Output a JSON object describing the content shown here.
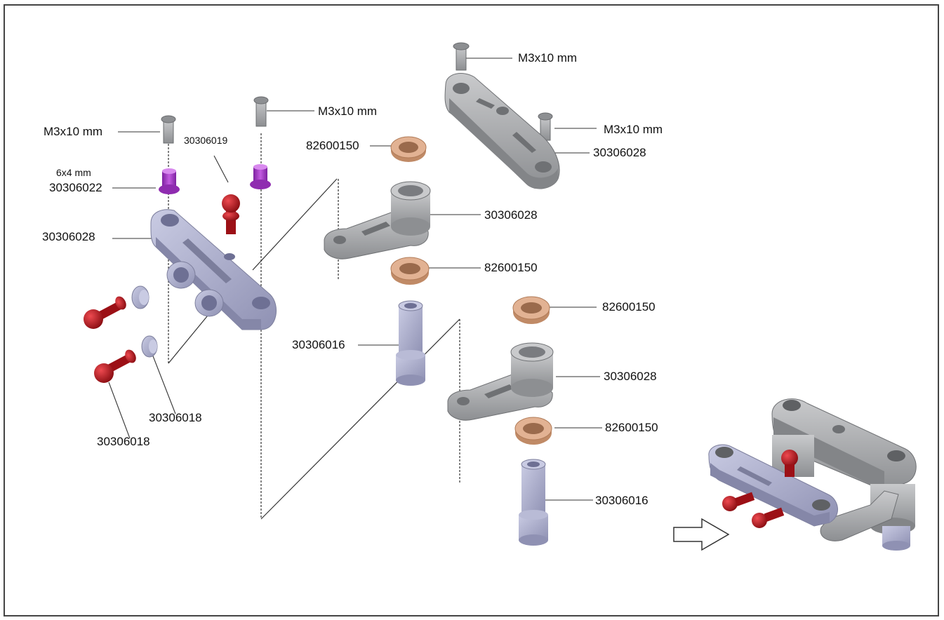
{
  "labels": {
    "screw_left": "M3x10 mm",
    "screw_mid": "M3x10 mm",
    "screw_top_right": "M3x10 mm",
    "screw_right": "M3x10 mm",
    "balljoint_top": "30306019",
    "bushing_size": "6x4 mm",
    "bushing_part": "30306022",
    "bellcrank_left": "30306028",
    "bellcrank_top_right": "30306028",
    "arm_upper": "30306028",
    "arm_lower": "30306028",
    "bearing_1": "82600150",
    "bearing_2": "82600150",
    "bearing_3": "82600150",
    "bearing_4": "82600150",
    "shaft_upper": "30306016",
    "shaft_lower": "30306016",
    "spacer": "30306018",
    "balljoint_bottom": "30306018"
  },
  "colors": {
    "part_grey": "#a7a9ab",
    "part_blue_grey": "#a9abc8",
    "bearing_copper": "#d8a27e",
    "bushing_purple": "#a43bc2",
    "balljoint_red": "#b4141c"
  }
}
